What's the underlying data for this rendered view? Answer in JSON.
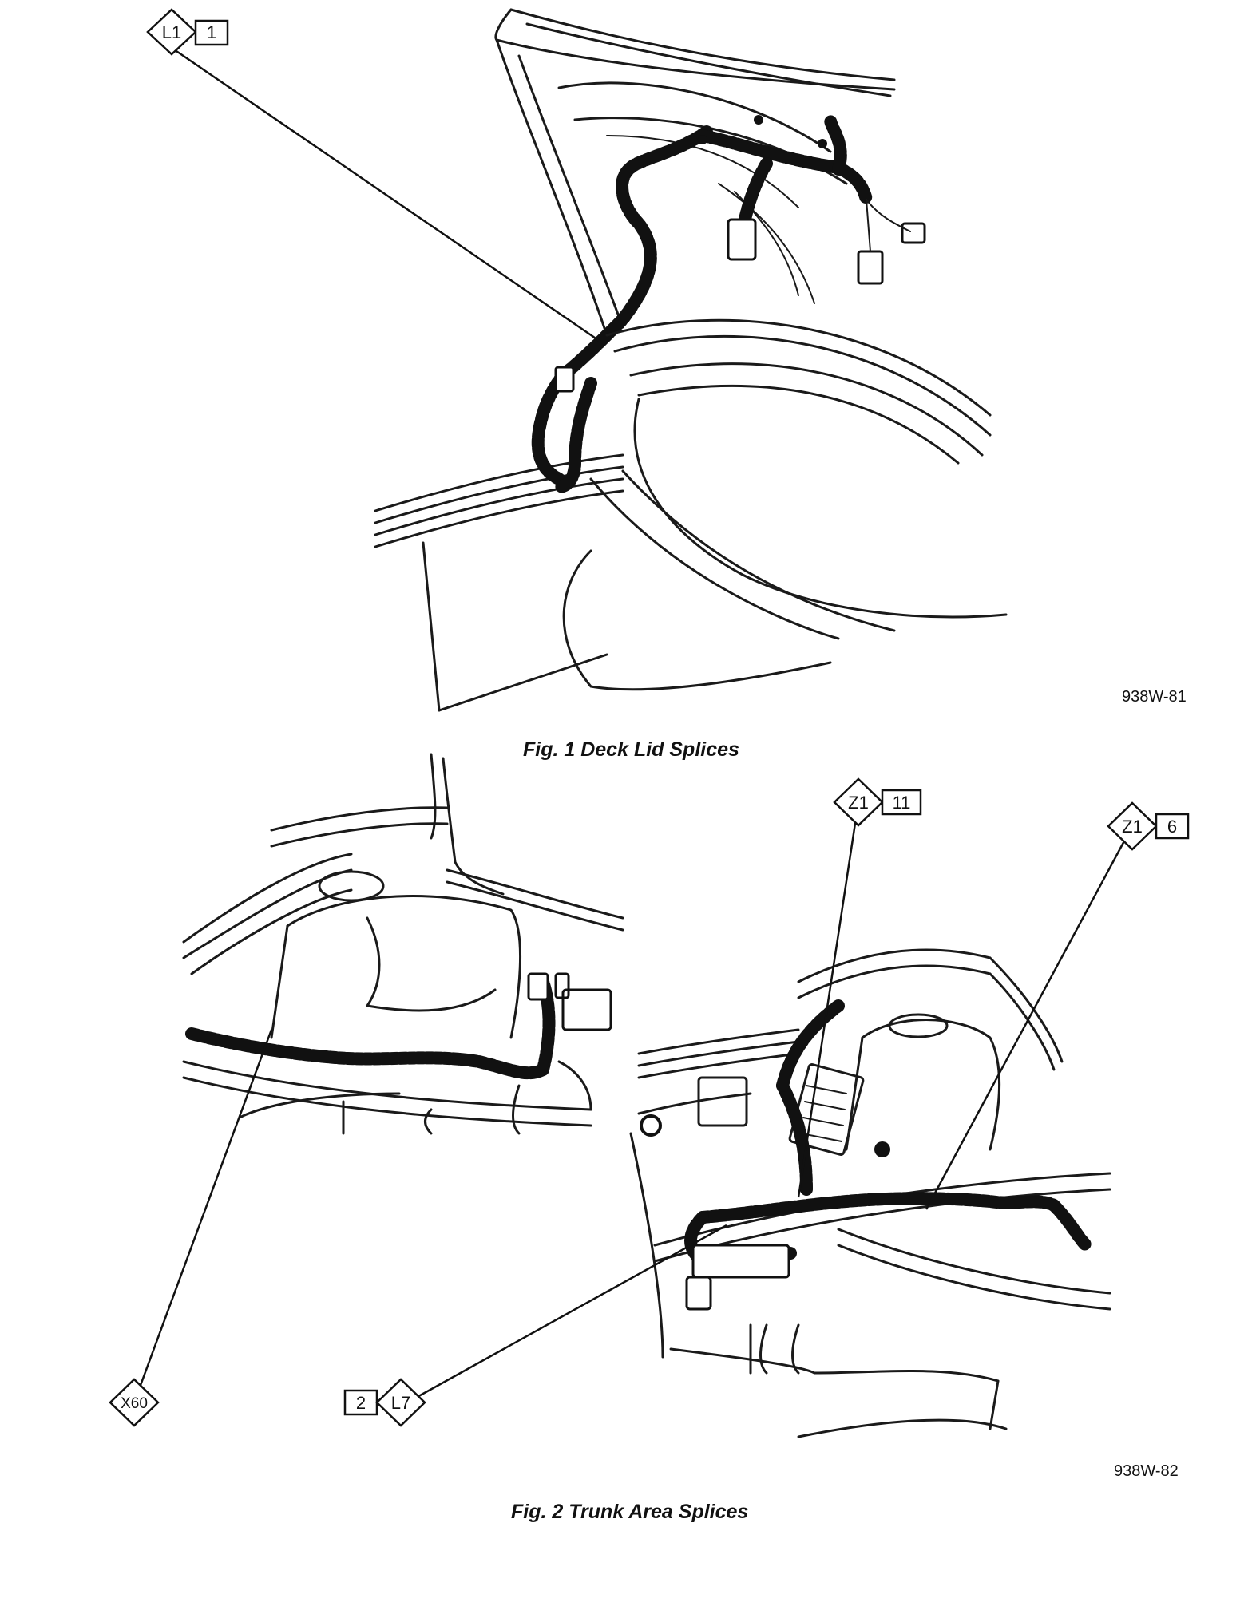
{
  "figures": [
    {
      "id": "938W-81",
      "caption": "Fig. 1 Deck Lid Splices",
      "callouts": [
        {
          "a": "L1",
          "b": "1"
        }
      ]
    },
    {
      "id": "938W-82",
      "caption": "Fig. 2 Trunk Area Splices",
      "callouts": [
        {
          "a": "Z1",
          "b": "11"
        },
        {
          "a": "Z1",
          "b": "6"
        },
        {
          "a": "X60"
        },
        {
          "a": "2",
          "b": "L7"
        }
      ]
    }
  ]
}
